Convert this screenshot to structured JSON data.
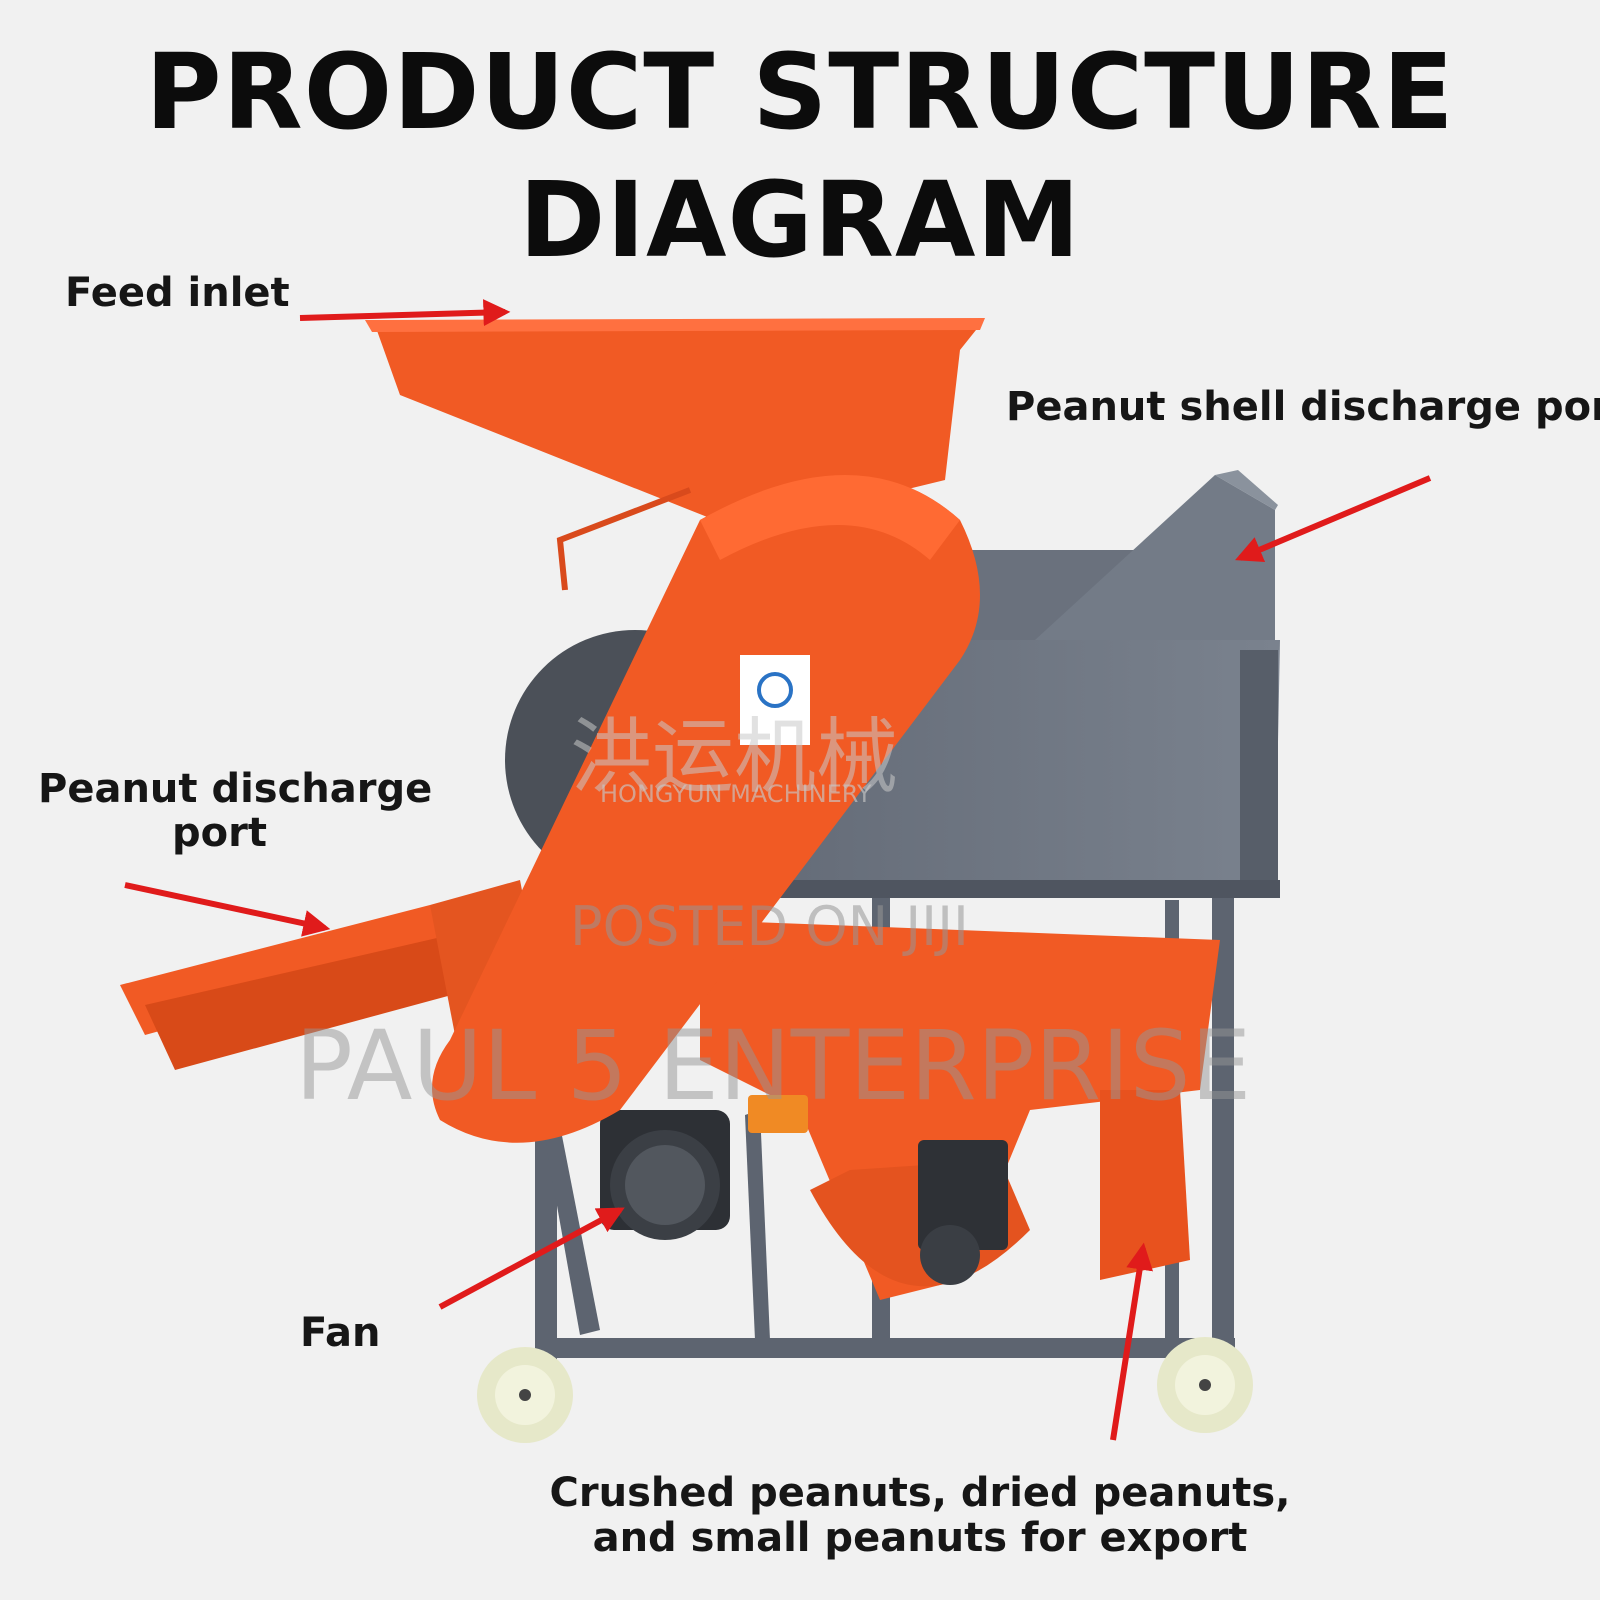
{
  "title": {
    "line1": "PRODUCT STRUCTURE",
    "line2": "DIAGRAM"
  },
  "labels": {
    "feed_inlet": "Feed inlet",
    "shell_discharge": "Peanut shell discharge port",
    "peanut_discharge_line1": "Peanut discharge",
    "peanut_discharge_line2": "port",
    "fan": "Fan",
    "export_line1": "Crushed peanuts, dried peanuts,",
    "export_line2": "and small peanuts for export"
  },
  "watermarks": {
    "brand_cn": "洪运机械",
    "brand_en": "HONGYUN MACHINERY",
    "posted": "POSTED ON JIJI",
    "seller": "PAUL 5 ENTERPRISE"
  },
  "colors": {
    "machine_orange": "#f15a24",
    "machine_gray": "#6b7380",
    "arrow_red": "#e01b1b",
    "background": "#f1f1f1"
  }
}
